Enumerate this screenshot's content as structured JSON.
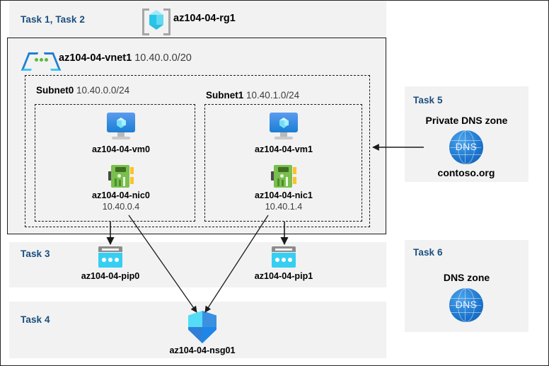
{
  "resource_group": {
    "tasks_label": "Task 1, Task 2",
    "name": "az104-04-rg1",
    "icon": "resource-group-cube-icon"
  },
  "vnet": {
    "name": "az104-04-vnet1",
    "address_space": "10.40.0.0/20",
    "icon": "virtual-network-icon"
  },
  "subnets": [
    {
      "name": "Subnet0",
      "prefix": "10.40.0.0/24",
      "vm": {
        "name": "az104-04-vm0",
        "icon": "virtual-machine-icon"
      },
      "nic": {
        "name": "az104-04-nic0",
        "ip": "10.40.0.4",
        "icon": "network-interface-icon"
      }
    },
    {
      "name": "Subnet1",
      "prefix": "10.40.1.0/24",
      "vm": {
        "name": "az104-04-vm1",
        "icon": "virtual-machine-icon"
      },
      "nic": {
        "name": "az104-04-nic1",
        "ip": "10.40.1.4",
        "icon": "network-interface-icon"
      }
    }
  ],
  "task3": {
    "label": "Task 3",
    "pip0": {
      "name": "az104-04-pip0",
      "icon": "public-ip-address-icon"
    },
    "pip1": {
      "name": "az104-04-pip1",
      "icon": "public-ip-address-icon"
    }
  },
  "task4": {
    "label": "Task 4",
    "nsg": {
      "name": "az104-04-nsg01",
      "icon": "network-security-group-shield-icon"
    }
  },
  "task5": {
    "label": "Task 5",
    "heading": "Private DNS zone",
    "zone_name": "contoso.org",
    "icon": "dns-globe-icon",
    "icon_text": "DNS"
  },
  "task6": {
    "label": "Task 6",
    "heading": "DNS zone",
    "icon": "dns-globe-icon",
    "icon_text": "DNS"
  },
  "colors": {
    "panel_background": "#f2f2f2",
    "task_label": "#1b4e7f",
    "canvas": "#ffffff",
    "border": "#1a1a1a",
    "nic_green": "#79bf4e",
    "pip_cyan": "#36cff2",
    "dns_blue": "#1b73cc"
  }
}
